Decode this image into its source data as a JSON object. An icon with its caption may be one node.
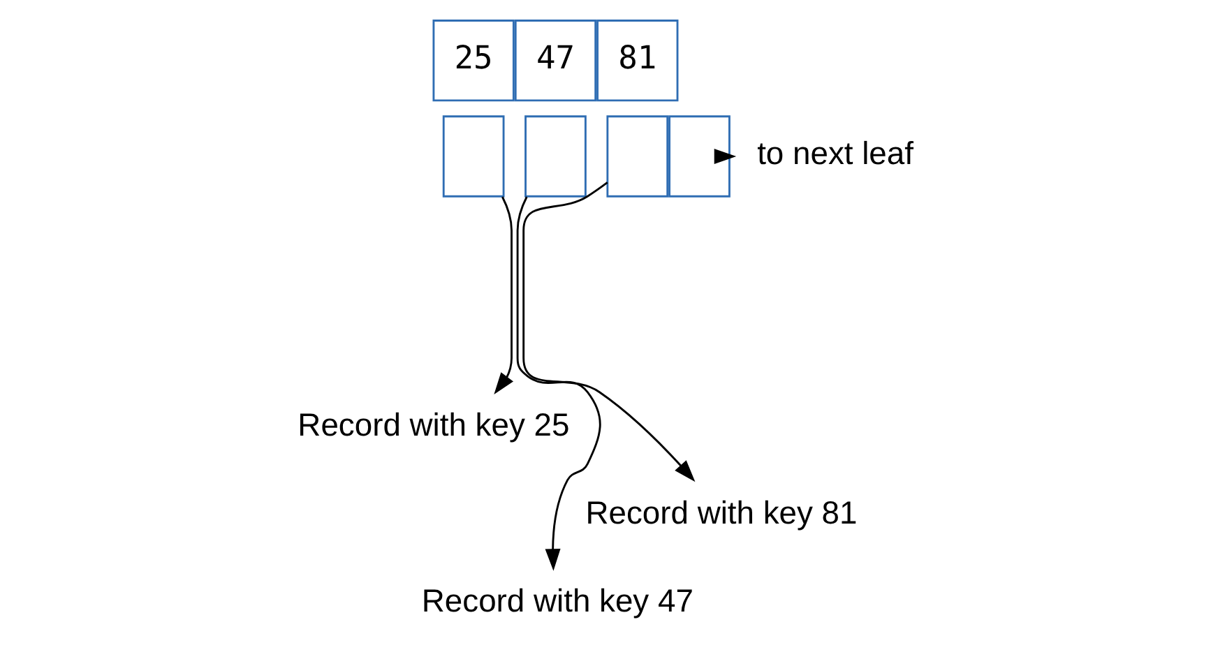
{
  "diagram": {
    "nodes": [
      {
        "text": [
          "25"
        ]
      },
      {
        "text": [
          "47"
        ]
      },
      {
        "text": [
          "81"
        ]
      },
      {
        "text": [],
        "shape": "box"
      },
      {
        "text": [],
        "shape": "box"
      },
      {
        "text": [],
        "shape": "box"
      },
      {
        "text": [],
        "shape": "box"
      },
      {
        "text": [
          "Record with key 25"
        ]
      },
      {
        "text": [
          "Record with key 47"
        ]
      },
      {
        "text": [
          "Record with key 81"
        ]
      },
      {
        "text": [
          "to next leaf"
        ]
      }
    ],
    "edges": [
      {
        "from": 3,
        "to": 7,
        "arrow": "to"
      },
      {
        "from": 4,
        "to": 8,
        "arrow": "to"
      },
      {
        "from": 5,
        "to": 9,
        "arrow": "to"
      },
      {
        "from": 6,
        "to": 10,
        "arrow": "to"
      }
    ]
  }
}
